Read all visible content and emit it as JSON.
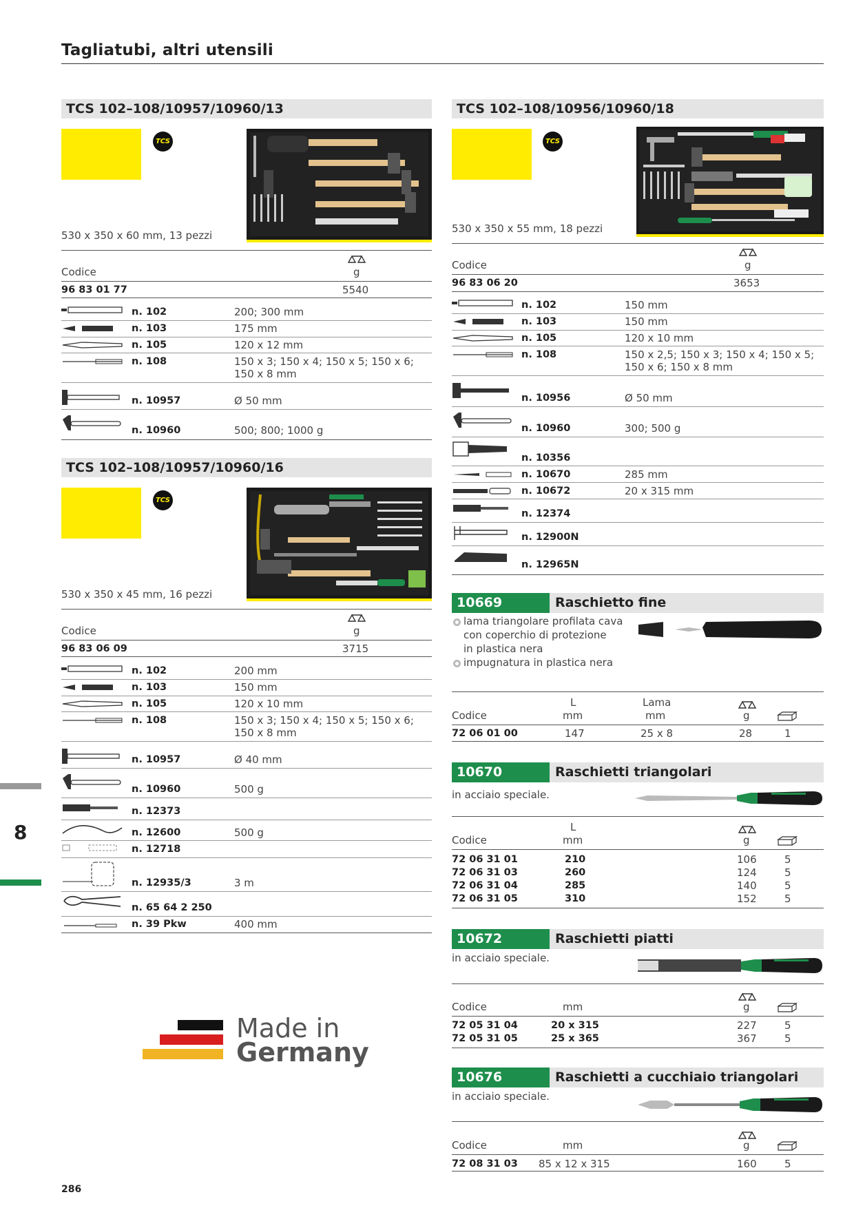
{
  "page": {
    "title": "Tagliatubi, altri utensili",
    "number": "286",
    "chapter": "8"
  },
  "units": {
    "weight": "g",
    "mm": "mm",
    "codice": "Codice"
  },
  "set13": {
    "title": "TCS 102–108/10957/10960/13",
    "tcs": "TCS",
    "dims": "530 x 350 x 60 mm, 13 pezzi",
    "code": "96 83 01 77",
    "weight": "5540",
    "rows": [
      {
        "n": "n. 102",
        "v1": "200; 300 mm",
        "v2": ""
      },
      {
        "n": "n. 103",
        "v1": "175 mm",
        "v2": ""
      },
      {
        "n": "n. 105",
        "v1": "120 x 12 mm",
        "v2": ""
      },
      {
        "n": "n. 108",
        "v1": "150 x 3; 150 x 4; 150 x 5; 150 x 6;",
        "v2": "150 x 8 mm"
      },
      {
        "n": "n. 10957",
        "v1": "Ø 50 mm",
        "v2": ""
      },
      {
        "n": "n. 10960",
        "v1": "500; 800; 1000 g",
        "v2": ""
      }
    ]
  },
  "set16": {
    "title": "TCS 102–108/10957/10960/16",
    "tcs": "TCS",
    "dims": "530 x 350 x 45 mm, 16 pezzi",
    "code": "96 83 06 09",
    "weight": "3715",
    "rows": [
      {
        "n": "n. 102",
        "v1": "200 mm",
        "v2": ""
      },
      {
        "n": "n. 103",
        "v1": "150 mm",
        "v2": ""
      },
      {
        "n": "n. 105",
        "v1": "120 x 10 mm",
        "v2": ""
      },
      {
        "n": "n. 108",
        "v1": "150 x 3; 150 x 4; 150 x 5; 150 x 6;",
        "v2": "150 x 8 mm"
      },
      {
        "n": "n. 10957",
        "v1": "Ø 40 mm",
        "v2": ""
      },
      {
        "n": "n. 10960",
        "v1": "500 g",
        "v2": ""
      },
      {
        "n": "n. 12373",
        "v1": "",
        "v2": ""
      },
      {
        "n": "n. 12600",
        "v1": "500 g",
        "v2": ""
      },
      {
        "n": "n. 12718",
        "v1": "",
        "v2": ""
      },
      {
        "n": "n. 12935/3",
        "v1": "3 m",
        "v2": ""
      },
      {
        "n": "n. 65 64 2 250",
        "v1": "",
        "v2": ""
      },
      {
        "n": "n. 39 Pkw",
        "v1": "400 mm",
        "v2": ""
      }
    ]
  },
  "set18": {
    "title": "TCS 102–108/10956/10960/18",
    "tcs": "TCS",
    "dims": "530 x 350 x 55 mm, 18 pezzi",
    "code": "96 83 06 20",
    "weight": "3653",
    "rows": [
      {
        "n": "n. 102",
        "v1": "150 mm",
        "v2": ""
      },
      {
        "n": "n. 103",
        "v1": "150 mm",
        "v2": ""
      },
      {
        "n": "n. 105",
        "v1": "120 x 10 mm",
        "v2": ""
      },
      {
        "n": "n. 108",
        "v1": "150 x 2,5; 150 x 3; 150 x 4; 150 x 5;",
        "v2": "150 x 6; 150 x 8 mm"
      },
      {
        "n": "n. 10956",
        "v1": "Ø 50 mm",
        "v2": ""
      },
      {
        "n": "n. 10960",
        "v1": "300; 500 g",
        "v2": ""
      },
      {
        "n": "n. 10356",
        "v1": "",
        "v2": ""
      },
      {
        "n": "n. 10670",
        "v1": "285 mm",
        "v2": ""
      },
      {
        "n": "n. 10672",
        "v1": "20 x 315 mm",
        "v2": ""
      },
      {
        "n": "n. 12374",
        "v1": "",
        "v2": ""
      },
      {
        "n": "n. 12900N",
        "v1": "",
        "v2": ""
      },
      {
        "n": "n. 12965N",
        "v1": "",
        "v2": ""
      }
    ]
  },
  "p10669": {
    "num": "10669",
    "title": "Raschietto fine",
    "bullets": [
      "lama triangolare profilata cava",
      "con coperchio di protezione",
      "in plastica nera",
      "impugnatura in plastica nera"
    ],
    "h_L": "L",
    "h_lama": "Lama",
    "row": {
      "code": "72 06 01 00",
      "L": "147",
      "lama": "25 x 8",
      "g": "28",
      "pack": "1"
    }
  },
  "p10670": {
    "num": "10670",
    "title": "Raschietti triangolari",
    "desc": "in acciaio speciale.",
    "h_L": "L",
    "rows": [
      {
        "code": "72 06 31 01",
        "L": "210",
        "g": "106",
        "pack": "5"
      },
      {
        "code": "72 06 31 03",
        "L": "260",
        "g": "124",
        "pack": "5"
      },
      {
        "code": "72 06 31 04",
        "L": "285",
        "g": "140",
        "pack": "5"
      },
      {
        "code": "72 06 31 05",
        "L": "310",
        "g": "152",
        "pack": "5"
      }
    ]
  },
  "p10672": {
    "num": "10672",
    "title": "Raschietti piatti",
    "desc": "in acciaio speciale.",
    "rows": [
      {
        "code": "72 05 31 04",
        "mm": "20 x 315",
        "g": "227",
        "pack": "5"
      },
      {
        "code": "72 05 31 05",
        "mm": "25 x 365",
        "g": "367",
        "pack": "5"
      }
    ]
  },
  "p10676": {
    "num": "10676",
    "title": "Raschietti a cucchiaio triangolari",
    "desc": "in acciaio speciale.",
    "row": {
      "code": "72 08 31 03",
      "mm": "85 x 12 x 315",
      "g": "160",
      "pack": "5"
    }
  },
  "made_in": {
    "line1": "Made in",
    "line2": "Germany"
  },
  "colors": {
    "accent_green": "#1e8e4c",
    "tcs_yellow": "#ffec00",
    "header_gray": "#e4e4e4"
  }
}
